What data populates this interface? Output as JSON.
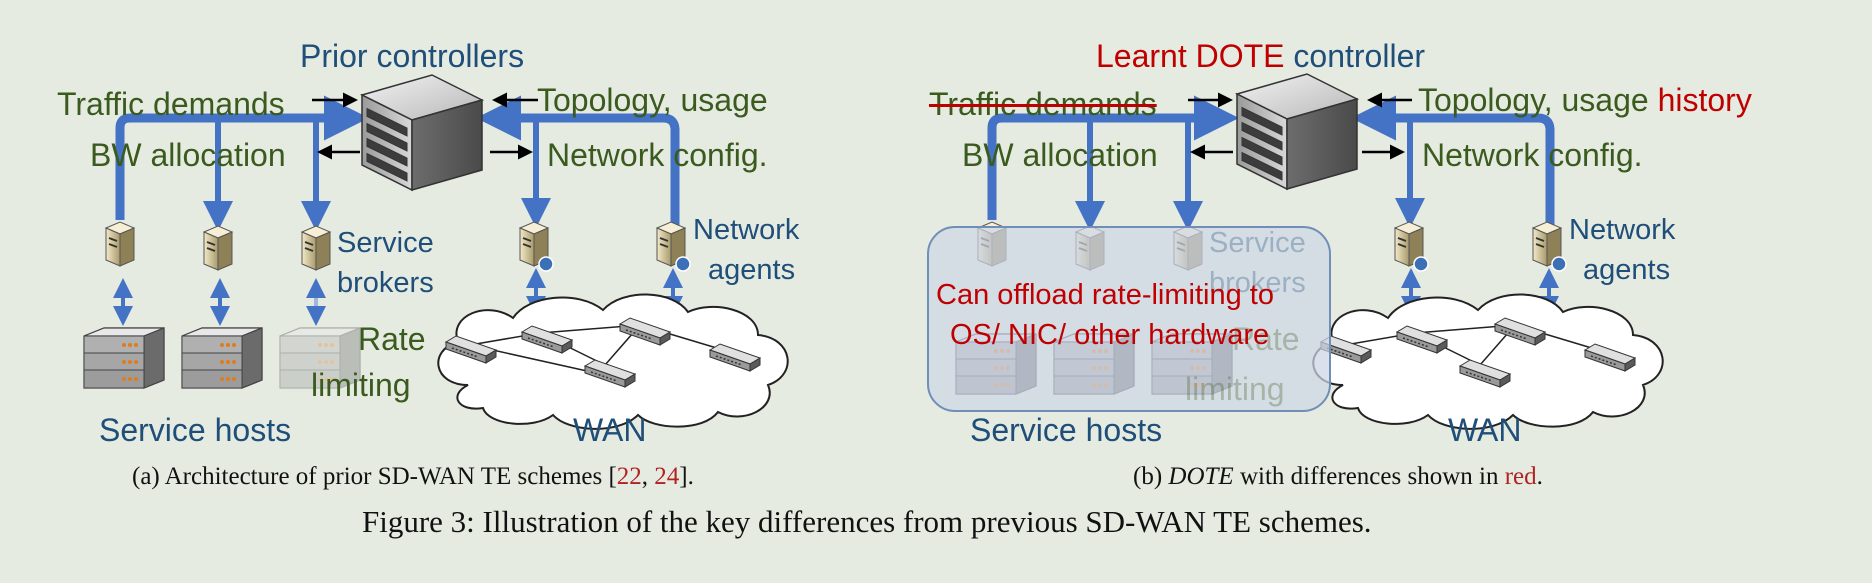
{
  "panel_a": {
    "title": "Prior controllers",
    "traffic_demands": "Traffic demands",
    "topology_usage": "Topology,  usage",
    "bw_allocation": "BW allocation",
    "network_config": "Network config.",
    "service_brokers_1": "Service",
    "service_brokers_2": "brokers",
    "network_agents_1": "Network",
    "network_agents_2": "agents",
    "rate_limiting_1": "Rate",
    "rate_limiting_2": "limiting",
    "service_hosts": "Service hosts",
    "wan": "WAN",
    "caption_prefix": "(a)  Architecture of prior SD-WAN TE schemes [",
    "caption_ref1": "22",
    "caption_sep": ", ",
    "caption_ref2": "24",
    "caption_suffix": "]."
  },
  "panel_b": {
    "title_red": "Learnt DOTE",
    "title_rest": "controller",
    "traffic_demands_struck": "Traffic demands",
    "topology_usage": "Topology,  usage",
    "history": "history",
    "bw_allocation": "BW allocation",
    "network_config": "Network config.",
    "service_brokers_1": "Service",
    "service_brokers_2": "brokers",
    "network_agents_1": "Network",
    "network_agents_2": "agents",
    "rate_limiting_1": "Rate",
    "rate_limiting_2": "limiting",
    "offload_1": "Can offload rate-limiting to",
    "offload_2": "OS/ NIC/ other hardware",
    "service_hosts": "Service hosts",
    "wan": "WAN",
    "caption_prefix": "(b)  ",
    "caption_italic": "DOTE",
    "caption_mid": " with differences shown in ",
    "caption_red": "red",
    "caption_end": "."
  },
  "figure_caption": "Figure 3: Illustration of the key differences from previous SD-WAN TE schemes.",
  "colors": {
    "background": "#e6ebe2",
    "label_blue": "#1f4e79",
    "label_green": "#3a5a1e",
    "highlight_red": "#c00000",
    "arrow_blue": "#4472c4"
  }
}
